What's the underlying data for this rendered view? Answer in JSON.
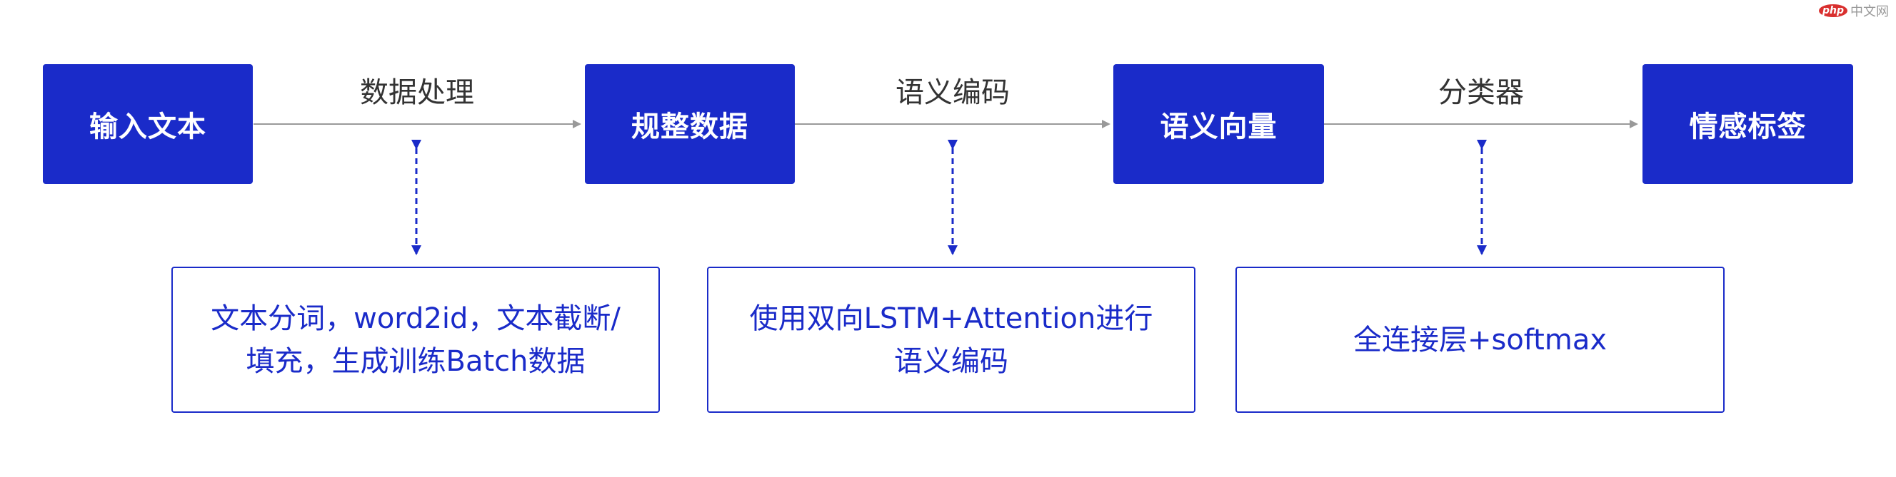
{
  "watermark": {
    "logo": "php",
    "text": "中文网"
  },
  "nodes": [
    {
      "id": "input-text",
      "label": "输入文本"
    },
    {
      "id": "normalized-data",
      "label": "规整数据"
    },
    {
      "id": "semantic-vector",
      "label": "语义向量"
    },
    {
      "id": "sentiment-label",
      "label": "情感标签"
    }
  ],
  "edges": [
    {
      "from": "input-text",
      "to": "normalized-data",
      "label": "数据处理"
    },
    {
      "from": "normalized-data",
      "to": "semantic-vector",
      "label": "语义编码"
    },
    {
      "from": "semantic-vector",
      "to": "sentiment-label",
      "label": "分类器"
    }
  ],
  "notes": [
    {
      "edge": 0,
      "lines": [
        "文本分词，word2id，文本截断/",
        "填充，生成训练Batch数据"
      ]
    },
    {
      "edge": 1,
      "lines": [
        "使用双向LSTM+Attention进行",
        "语义编码"
      ]
    },
    {
      "edge": 2,
      "lines": [
        "全连接层+softmax"
      ]
    }
  ],
  "colors": {
    "node_fill": "#1A2BC9",
    "arrow": "#999999",
    "dashed": "#1A2BC9"
  }
}
